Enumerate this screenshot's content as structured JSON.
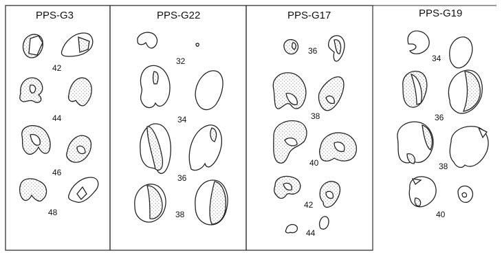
{
  "panels": [
    {
      "title": "PPS-G3",
      "stages": [
        "42",
        "44",
        "46",
        "48"
      ]
    },
    {
      "title": "PPS-G22",
      "stages": [
        "32",
        "34",
        "36",
        "38"
      ]
    },
    {
      "title": "PPS-G17",
      "stages": [
        "36",
        "38",
        "40",
        "42",
        "44"
      ]
    },
    {
      "title": "PPS-G19",
      "stages": [
        "34",
        "36",
        "38",
        "40"
      ]
    }
  ]
}
